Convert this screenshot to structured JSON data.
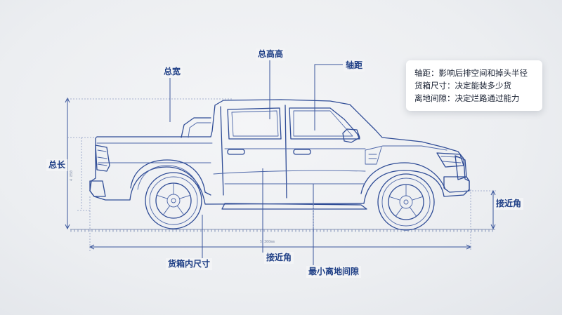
{
  "labels": {
    "total_width": "总宽",
    "total_height": "总高高",
    "wheelbase": "轴距",
    "total_length": "总长",
    "approach_angle_right": "接近角",
    "cargo_inner_size": "货箱内尺寸",
    "approach_angle_center": "接近角",
    "min_ground_clearance": "最小离地间隙"
  },
  "legend": {
    "lines": [
      "轴距：影响后排空间和掉头半径",
      "货箱尺寸：决定能装多少货",
      "离地间隙：决定烂路通过能力"
    ]
  },
  "colors": {
    "line": "#2f4c96",
    "label": "#1f3f86",
    "background": "#eceef1"
  }
}
